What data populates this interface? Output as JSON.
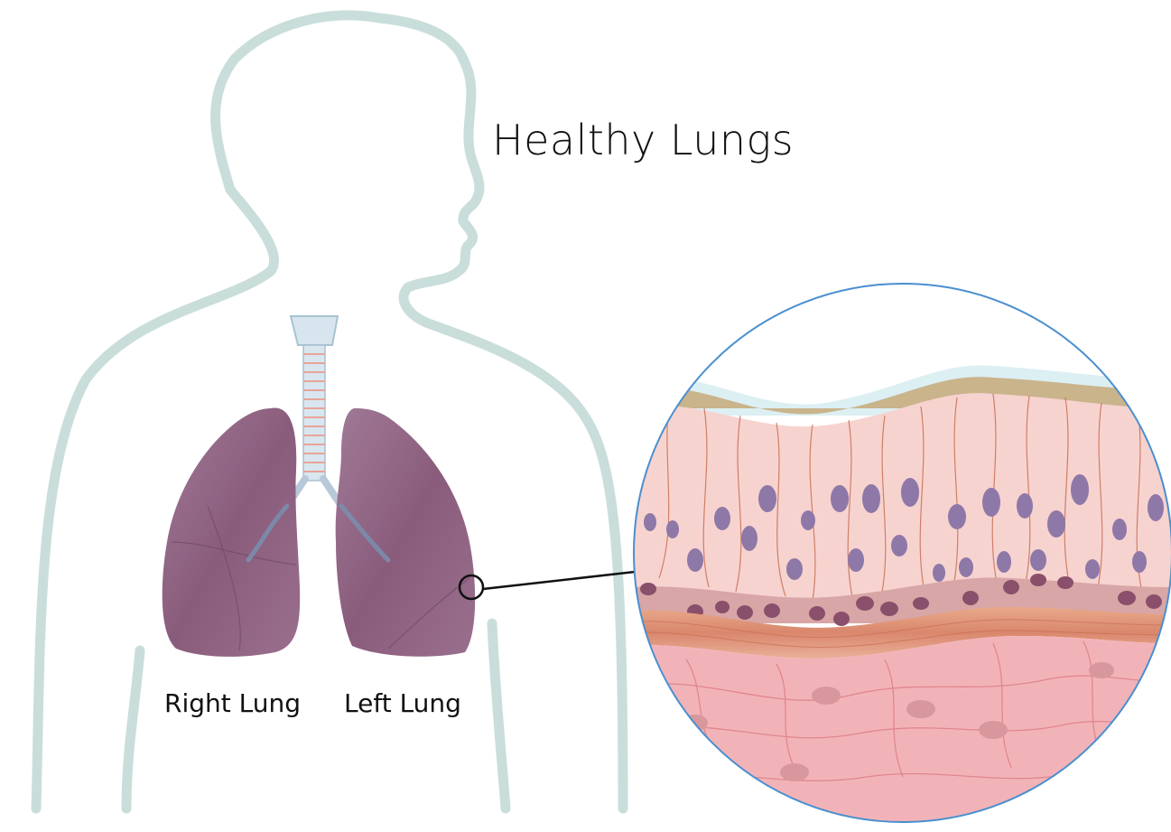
{
  "title": "Healthy Lungs",
  "labels": {
    "right_lung": "Right Lung",
    "left_lung": "Left Lung"
  },
  "colors": {
    "body_outline": "#c9dedb",
    "lung_fill": "#8e5f7e",
    "callout_border": "#4a8fd0",
    "epithelium": "#f7d3cf",
    "nucleus": "#8e78a8",
    "tissue": "#f2b3b8"
  }
}
